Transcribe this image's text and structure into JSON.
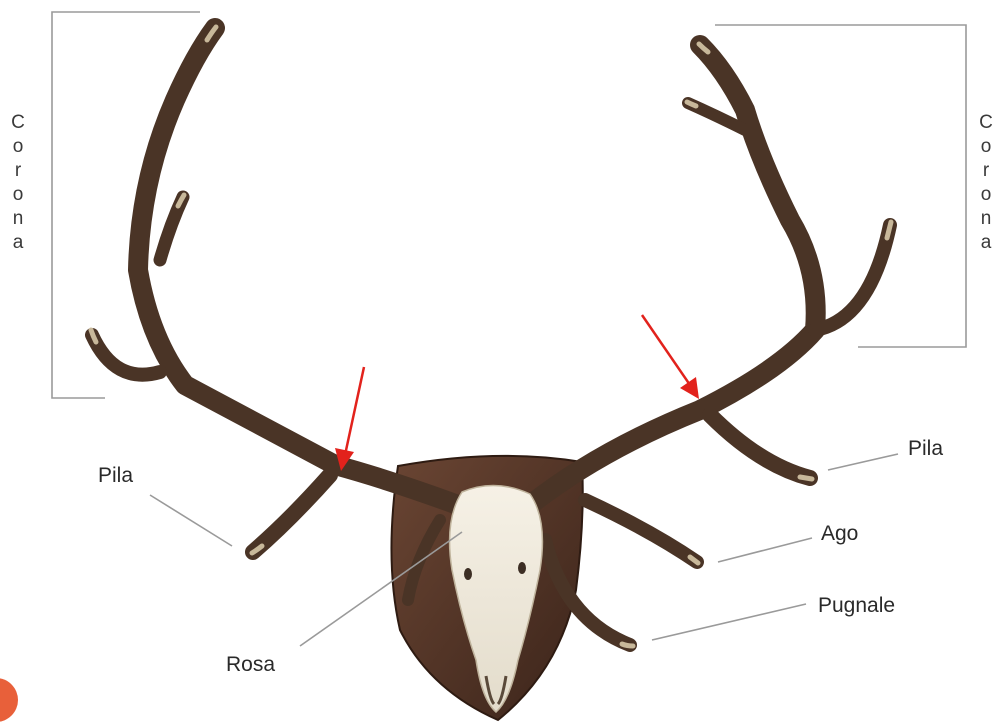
{
  "labels": {
    "corona_left": "Corona",
    "corona_right": "Corona",
    "pila_left": "Pila",
    "pila_right": "Pila",
    "ago": "Ago",
    "pugnale": "Pugnale",
    "rosa": "Rosa"
  },
  "colors": {
    "antler": "#4a3426",
    "antler_tip": "#c8b89a",
    "plaque": "#4e3124",
    "skull": "#efe9dc",
    "arrow": "#e2221c",
    "leader": "#9a9a9a",
    "badge": "#e8603a"
  },
  "icons": [
    "red-arrow-left",
    "red-arrow-right",
    "corner-badge"
  ]
}
